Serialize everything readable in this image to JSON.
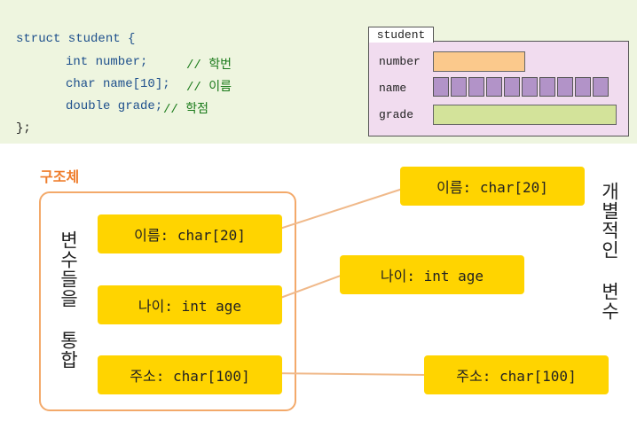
{
  "code": {
    "line1": "struct student {",
    "line2_code": "int number;",
    "line2_comment": "// 학번",
    "line3_code": "char name[10];",
    "line3_comment": "// 이름",
    "line4_code": "double grade;",
    "line4_comment": "// 학점",
    "line5": "};"
  },
  "memory": {
    "tab": "student",
    "labels": [
      "number",
      "name",
      "grade"
    ],
    "name_cells": 10,
    "colors": {
      "number": "#fbc98c",
      "name": "#b293c8",
      "grade": "#d3e39a",
      "box": "#f1dcef"
    }
  },
  "diagram": {
    "struct_title": "구조체",
    "struct_vertical_label": "변수들을 통합",
    "side_vertical_label": "개별적인 변수",
    "struct_fields": [
      "이름: char[20]",
      "나이: int age",
      "주소: char[100]"
    ],
    "separate_fields": [
      "이름: char[20]",
      "나이: int age",
      "주소: char[100]"
    ],
    "colors": {
      "pill": "#ffd400",
      "frame": "#f3a96a",
      "title": "#ef7d2c",
      "arrow": "#f0b98a"
    }
  }
}
